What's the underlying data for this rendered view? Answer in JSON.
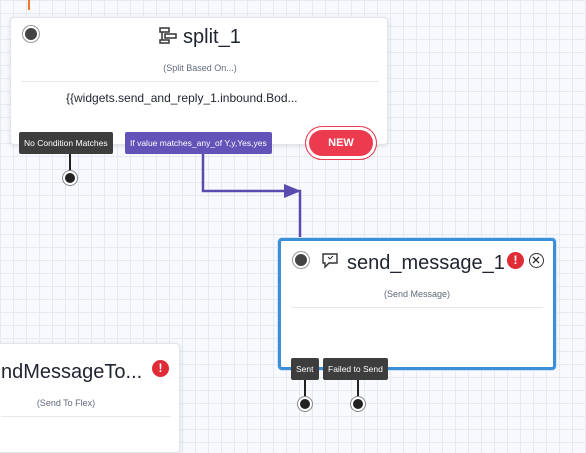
{
  "nodes": {
    "split": {
      "title": "split_1",
      "subtitle": "(Split Based On...)",
      "body": "{{widgets.send_and_reply_1.inbound.Bod...",
      "transitions": [
        "No Condition Matches",
        "If value matches_any_of Y,y,Yes,yes"
      ],
      "new_label": "NEW"
    },
    "send_message": {
      "title": "send_message_1",
      "subtitle": "(Send Message)",
      "transitions": [
        "Sent",
        "Failed to Send"
      ]
    },
    "send_to_flex": {
      "title": "ndMessageTo...",
      "subtitle": "(Send To Flex)"
    }
  },
  "icons": {
    "split": "split-icon",
    "message": "chat-bubble-icon",
    "alert": "alert-icon",
    "close": "close-icon"
  },
  "colors": {
    "selected_border": "#3b8fd6",
    "condition_tag": "#6352b8",
    "default_tag": "#3d3d3d",
    "new_button": "#ec3b4f",
    "alert": "#e02c36",
    "connector": "#5a4bb0",
    "incoming_wire": "#e8762b"
  }
}
